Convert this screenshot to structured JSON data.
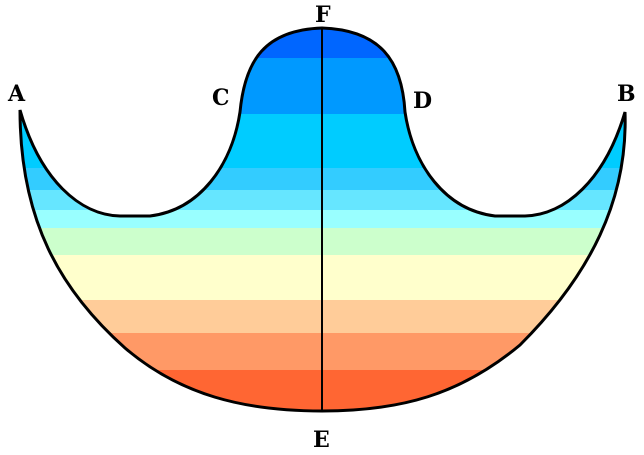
{
  "labels": {
    "a": "A",
    "b": "B",
    "c": "C",
    "d": "D",
    "e": "E",
    "f": "F"
  },
  "colors": {
    "outline": "#000000",
    "bands": [
      "#0066ff",
      "#0099ff",
      "#00ccff",
      "#33ccff",
      "#66e6ff",
      "#99ffff",
      "#ccffcc",
      "#ffffcc",
      "#ffcc99",
      "#ff9966",
      "#ff6633"
    ]
  }
}
